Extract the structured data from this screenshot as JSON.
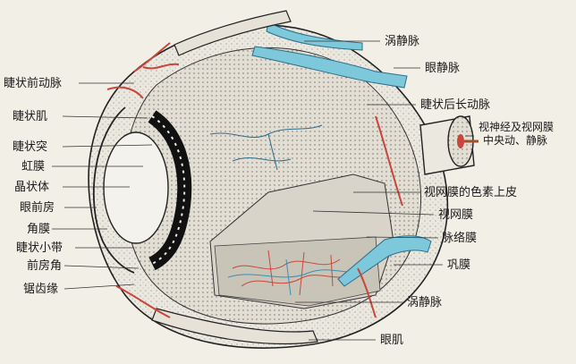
{
  "labels_left": [
    {
      "key": "ciliary_anterior_artery",
      "text": "睫状前动脉"
    },
    {
      "key": "ciliary_muscle",
      "text": "睫状肌"
    },
    {
      "key": "ciliary_process",
      "text": "睫状突"
    },
    {
      "key": "iris",
      "text": "虹膜"
    },
    {
      "key": "lens",
      "text": "晶状体"
    },
    {
      "key": "anterior_chamber",
      "text": "眼前房"
    },
    {
      "key": "cornea",
      "text": "角膜"
    },
    {
      "key": "zonule",
      "text": "睫状小带"
    },
    {
      "key": "chamber_angle",
      "text": "前房角"
    },
    {
      "key": "ora_serrata",
      "text": "锯齿缘"
    }
  ],
  "labels_right": [
    {
      "key": "vortex_vein_top",
      "text": "涡静脉"
    },
    {
      "key": "ophthalmic_vein",
      "text": "眼静脉"
    },
    {
      "key": "posterior_ciliary_artery",
      "text": "睫状后长动脉"
    },
    {
      "key": "optic_nerve_1",
      "text": "视神经及视网膜"
    },
    {
      "key": "optic_nerve_2",
      "text": "中央动、静脉"
    },
    {
      "key": "rpe",
      "text": "视网膜的色素上皮"
    },
    {
      "key": "retina",
      "text": "视网膜"
    },
    {
      "key": "choroid",
      "text": "脉络膜"
    },
    {
      "key": "sclera",
      "text": "巩膜"
    },
    {
      "key": "vortex_vein_bottom",
      "text": "涡静脉"
    },
    {
      "key": "eye_muscle",
      "text": "眼肌"
    }
  ],
  "colors": {
    "background": "#f2efe6",
    "vein_blue": "#7ec8dc",
    "artery_red": "#c8463c",
    "stipple": "#d9d6cd",
    "outline": "#222222",
    "leader": "#333333"
  }
}
